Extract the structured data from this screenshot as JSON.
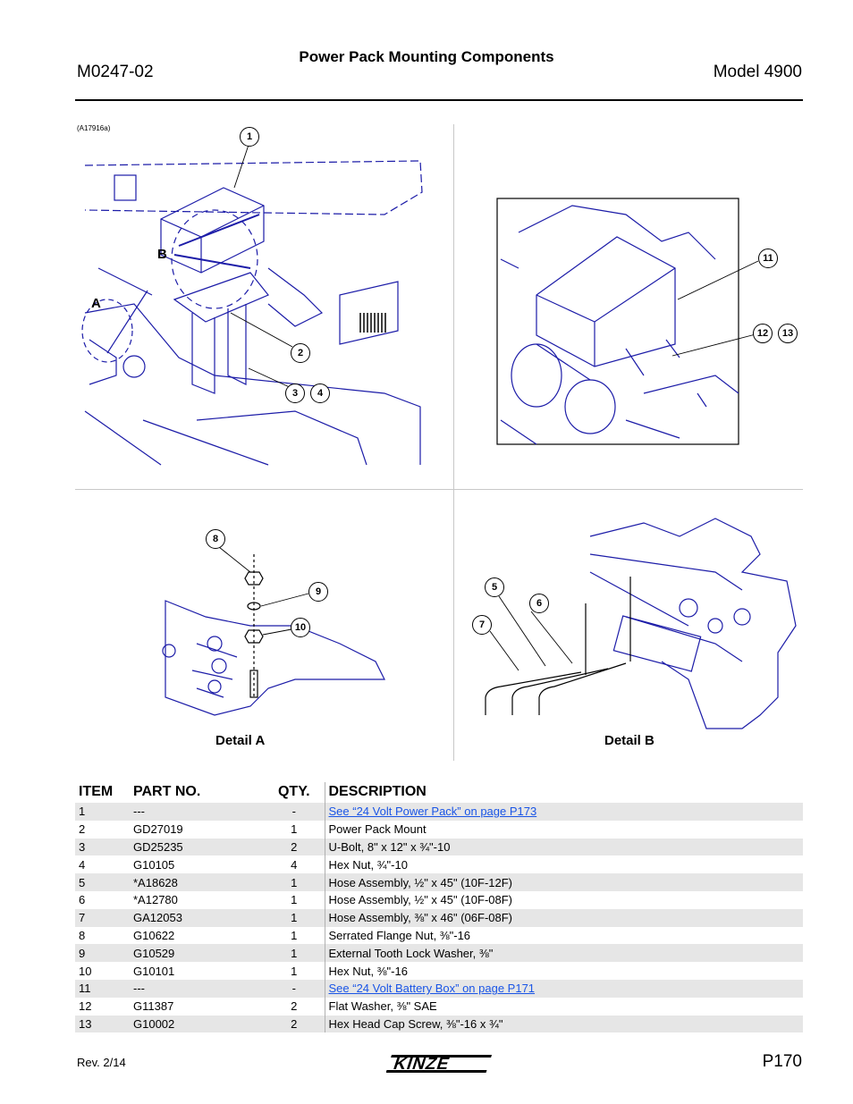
{
  "header": {
    "doc_number": "M0247-02",
    "title": "Power Pack Mounting Components",
    "model": "Model 4900"
  },
  "figure": {
    "figure_id": "(A17916a)",
    "callouts": [
      "1",
      "2",
      "3",
      "4",
      "5",
      "6",
      "7",
      "8",
      "9",
      "10",
      "11",
      "12",
      "13"
    ],
    "detail_letters": {
      "a": "A",
      "b": "B"
    },
    "detail_a_label": "Detail A",
    "detail_b_label": "Detail B"
  },
  "table": {
    "headers": {
      "item": "ITEM",
      "part": "PART NO.",
      "qty": "QTY.",
      "desc": "DESCRIPTION"
    },
    "rows": [
      {
        "item": "1",
        "part": "---",
        "qty": "-",
        "desc": "See “24 Volt Power Pack” on page P173",
        "link": true
      },
      {
        "item": "2",
        "part": "GD27019",
        "qty": "1",
        "desc": "Power Pack Mount",
        "link": false
      },
      {
        "item": "3",
        "part": "GD25235",
        "qty": "2",
        "desc": "U-Bolt, 8\" x 12\" x ¾\"-10",
        "link": false
      },
      {
        "item": "4",
        "part": "G10105",
        "qty": "4",
        "desc": "Hex Nut, ¾\"-10",
        "link": false
      },
      {
        "item": "5",
        "part": "*A18628",
        "qty": "1",
        "desc": "Hose Assembly, ½\" x 45\" (10F-12F)",
        "link": false
      },
      {
        "item": "6",
        "part": "*A12780",
        "qty": "1",
        "desc": "Hose Assembly, ½\" x 45\" (10F-08F)",
        "link": false
      },
      {
        "item": "7",
        "part": "GA12053",
        "qty": "1",
        "desc": "Hose Assembly, ⅜\" x 46\" (06F-08F)",
        "link": false
      },
      {
        "item": "8",
        "part": "G10622",
        "qty": "1",
        "desc": "Serrated Flange Nut, ⅜\"-16",
        "link": false
      },
      {
        "item": "9",
        "part": "G10529",
        "qty": "1",
        "desc": "External Tooth Lock Washer, ⅜\"",
        "link": false
      },
      {
        "item": "10",
        "part": "G10101",
        "qty": "1",
        "desc": "Hex Nut, ⅜\"-16",
        "link": false
      },
      {
        "item": "11",
        "part": "---",
        "qty": "-",
        "desc": "See “24 Volt Battery Box” on page P171",
        "link": true
      },
      {
        "item": "12",
        "part": "G11387",
        "qty": "2",
        "desc": "Flat Washer, ⅜\" SAE",
        "link": false
      },
      {
        "item": "13",
        "part": "G10002",
        "qty": "2",
        "desc": "Hex Head Cap Screw, ⅜\"-16 x ¾\"",
        "link": false
      }
    ]
  },
  "footer": {
    "revision": "Rev. 2/14",
    "page": "P170",
    "logo_text": "KINZE"
  },
  "colors": {
    "drawing": "#1c1ca8",
    "link": "#1a55e6",
    "shade": "#e6e6e6"
  }
}
